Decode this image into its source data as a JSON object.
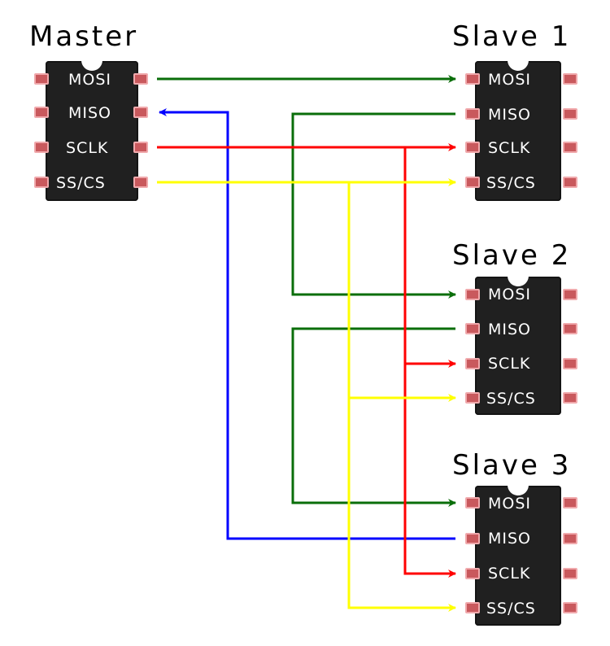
{
  "titles": {
    "master": "Master",
    "slave1": "Slave 1",
    "slave2": "Slave 2",
    "slave3": "Slave 3"
  },
  "pins": {
    "mosi": "MOSI",
    "miso": "MISO",
    "sclk": "SCLK",
    "sscs": "SS/CS"
  },
  "colors": {
    "mosi": "#0a6e0a",
    "miso": "#0000ff",
    "sclk": "#ff0000",
    "sscs": "#ffff00",
    "chip": "#202020",
    "pin": "#c9595d"
  }
}
